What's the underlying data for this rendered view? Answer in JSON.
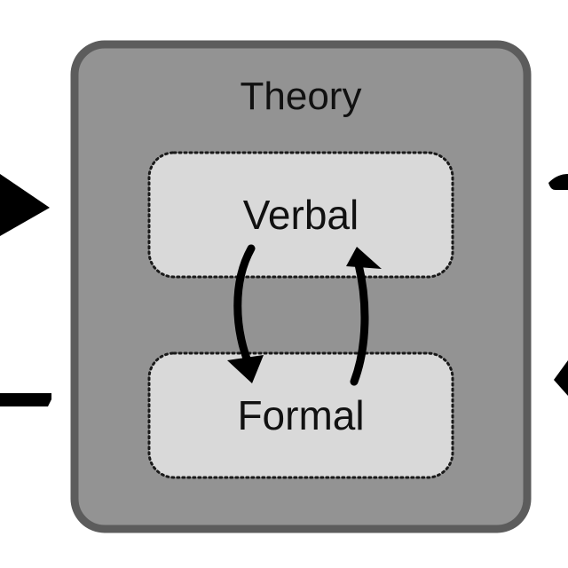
{
  "diagram": {
    "outer_box": {
      "title": "Theory"
    },
    "inner_boxes": [
      {
        "label": "Verbal"
      },
      {
        "label": "Formal"
      }
    ],
    "colors": {
      "background": "#ffffff",
      "outer_fill": "#939393",
      "outer_stroke": "#5c5c5c",
      "inner_fill": "#d9d9d9",
      "inner_stroke": "#1a1a1a",
      "arrows": "#000000",
      "text": "#111111"
    }
  }
}
